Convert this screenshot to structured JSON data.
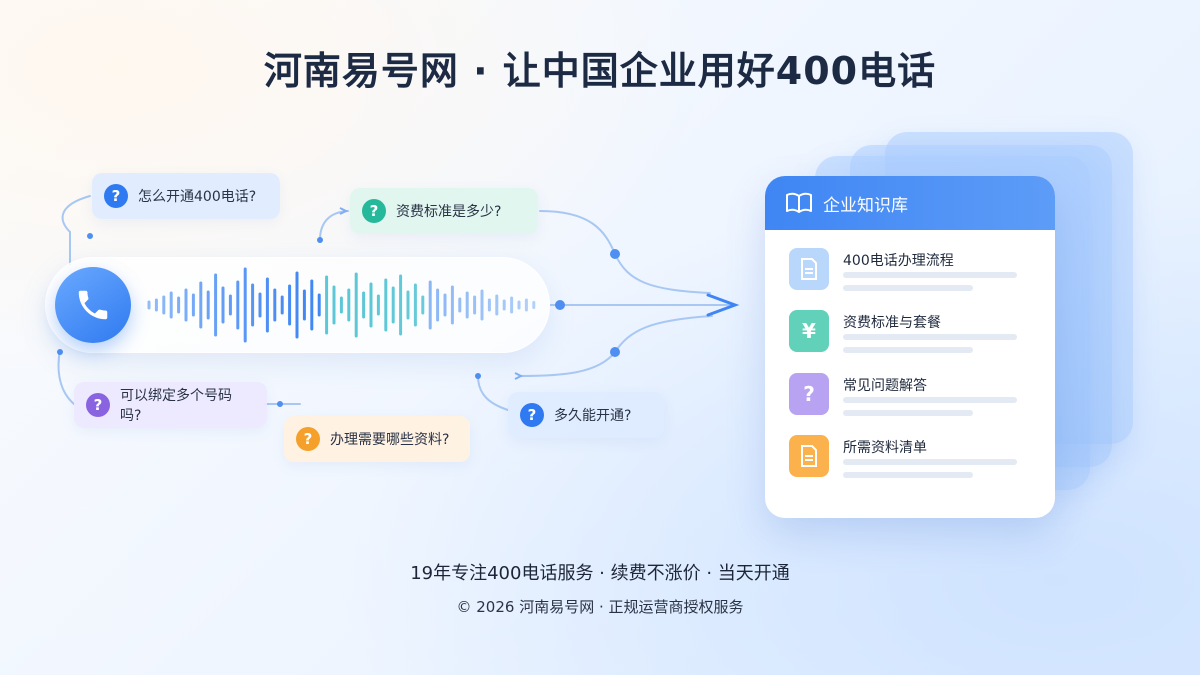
{
  "title": "河南易号网 · 让中国企业用好400电话",
  "questions": [
    {
      "text": "怎么开通400电话?",
      "color": "blue"
    },
    {
      "text": "资费标准是多少?",
      "color": "green"
    },
    {
      "text": "可以绑定多个号码吗?",
      "color": "purple"
    },
    {
      "text": "办理需要哪些资料?",
      "color": "orange"
    },
    {
      "text": "多久能开通?",
      "color": "blue"
    }
  ],
  "question_icon": "?",
  "knowledge_base": {
    "title": "企业知识库",
    "items": [
      {
        "label": "400电话办理流程",
        "icon": "document-icon",
        "glyph": "",
        "color": "#b9d6fb"
      },
      {
        "label": "资费标准与套餐",
        "icon": "yen-icon",
        "glyph": "¥",
        "color": "#61d1b9"
      },
      {
        "label": "常见问题解答",
        "icon": "question-icon",
        "glyph": "?",
        "color": "#b8a2f2"
      },
      {
        "label": "所需资料清单",
        "icon": "document-icon",
        "glyph": "",
        "color": "#fbb24c"
      }
    ]
  },
  "tagline": "19年专注400电话服务 · 续费不涨价 · 当天开通",
  "copyright": "© 2026 河南易号网 · 正规运营商授权服务",
  "colors": {
    "accent": "#2f7af0",
    "title": "#1d2a44",
    "green": "#26b89a",
    "purple": "#8a63e0",
    "orange": "#f5a02a"
  }
}
